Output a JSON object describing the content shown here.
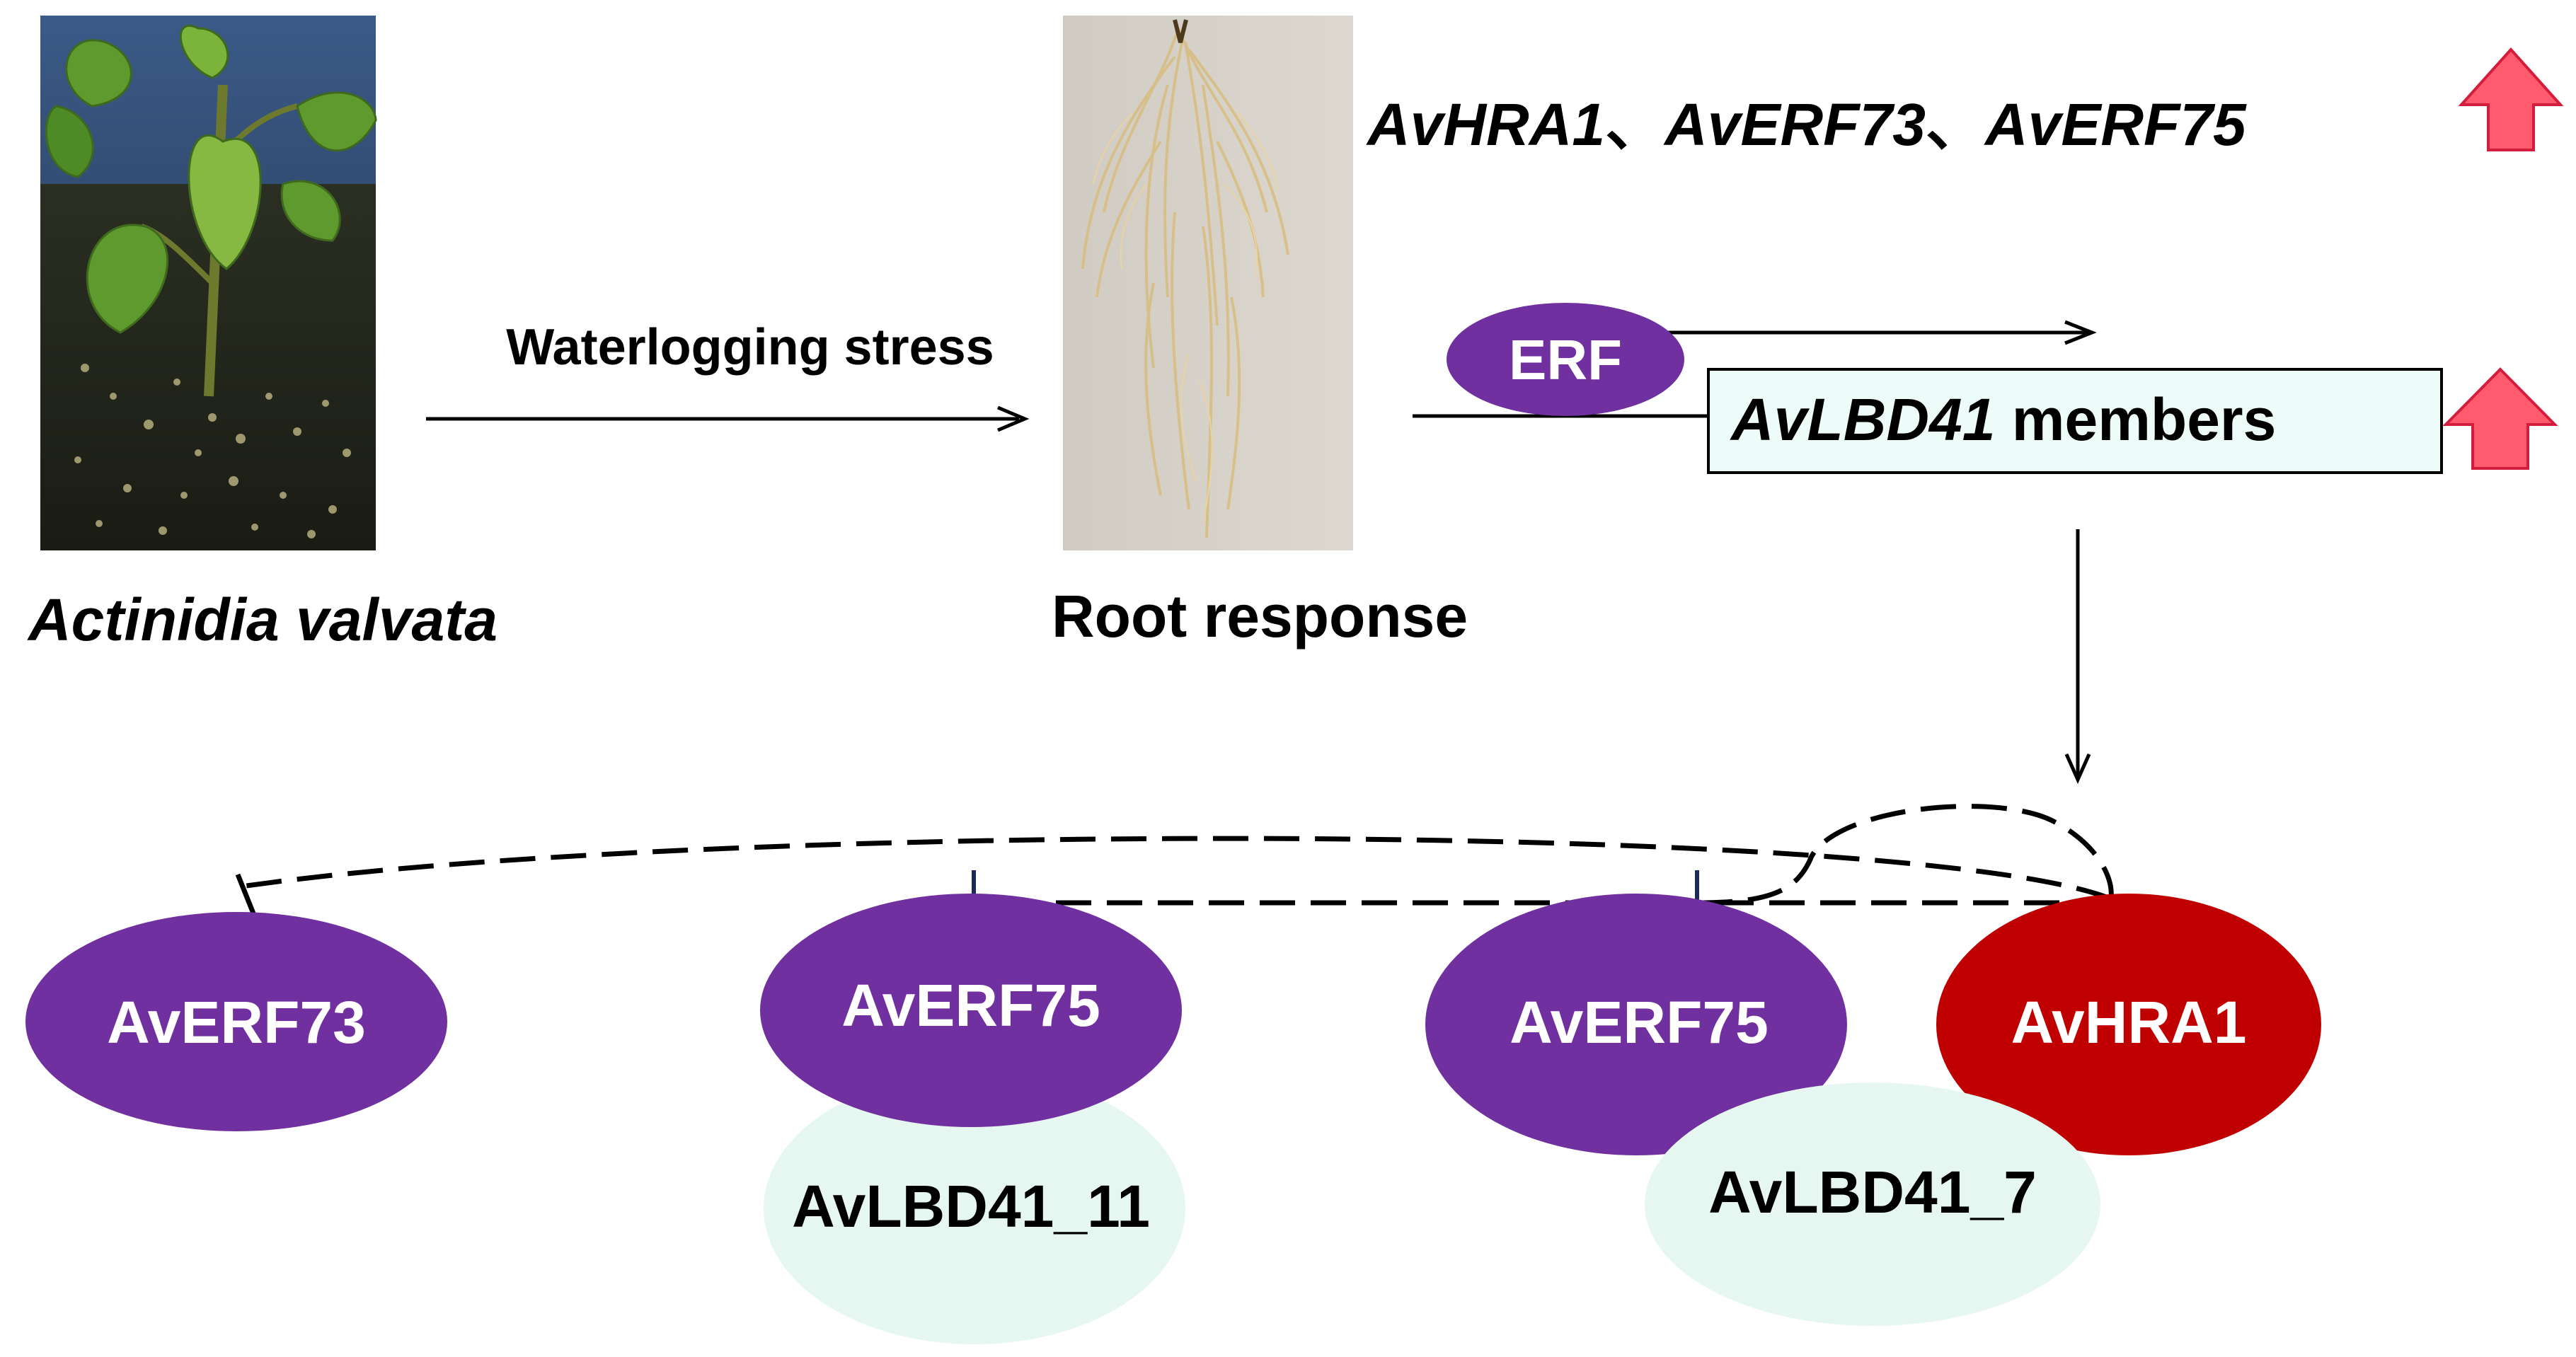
{
  "colors": {
    "purple": "#7030a0",
    "red": "#c00000",
    "light_cyan": "#e6f7f2",
    "box_fill": "#eefcf9",
    "up_arrow_fill": "#ff5a6e",
    "up_arrow_stroke": "#d21e3c",
    "text_dark": "#000000",
    "text_light": "#ffffff"
  },
  "photos": {
    "plant": {
      "caption": "Actinidia valvata",
      "icon": "seedling-photo"
    },
    "root": {
      "caption": "Root response",
      "icon": "root-photo"
    }
  },
  "arrow_stress_label": "Waterlogging stress",
  "upregulated_genes": {
    "gene1": "AvHRA1",
    "sep1": "、",
    "gene2": "AvERF73",
    "sep2": "、",
    "gene3": "AvERF75",
    "icon": "up-arrow-icon"
  },
  "promoter": {
    "erf_label": "ERF",
    "gene_italic": "AvLBD41",
    "gene_suffix": " members",
    "icon": "up-arrow-icon"
  },
  "proteins": {
    "erf73": "AvERF73",
    "erf75_left": "AvERF75",
    "lbd41_11": "AvLBD41_11",
    "erf75_right": "AvERF75",
    "hra1": "AvHRA1",
    "lbd41_7": "AvLBD41_7"
  }
}
